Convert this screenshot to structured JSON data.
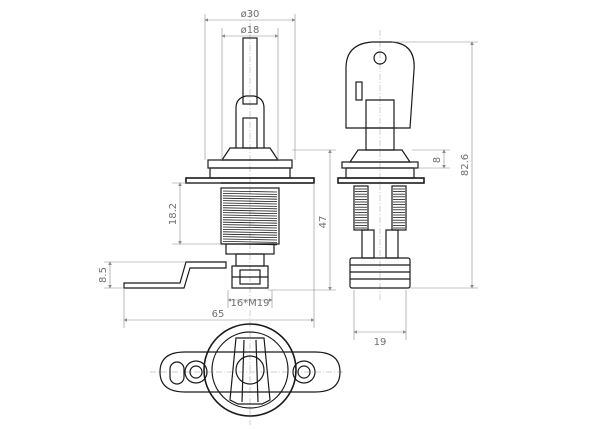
{
  "dimensions": {
    "outer_diameter": "ø30",
    "inner_diameter": "ø18",
    "thread_length": "18.2",
    "body_height": "47",
    "cam_offset": "8.5",
    "thread_spec": "16*M19",
    "cam_length": "65",
    "key_width": "8",
    "total_height": "82.6",
    "side_width": "19"
  },
  "colors": {
    "outline": "#1a1a1a",
    "dimension": "#8a8a8a",
    "text": "#6e6e6e"
  }
}
